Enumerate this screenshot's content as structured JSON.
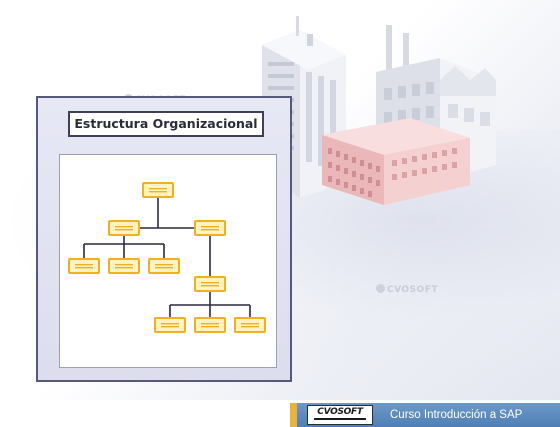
{
  "panel": {
    "title": "Estructura Organizacional"
  },
  "watermark": {
    "text": "CVOSOFT"
  },
  "banner": {
    "logo_text": "CVOSOFT",
    "course_title": "Curso Introducción a SAP"
  },
  "colors": {
    "panel_border": "#55597c",
    "panel_bg": "#e1e3f1",
    "org_box_fill": "#fff3c4",
    "org_box_stroke": "#f0b020",
    "org_line": "#2a2a40",
    "banner_blue": "#5a88bf",
    "banner_gold": "#e6b43a",
    "building_pink": "#f3c9c9"
  },
  "icons": {
    "logo": "cvosoft-logo",
    "buildings": "office-buildings-illustration",
    "org_chart": "org-chart-diagram"
  }
}
